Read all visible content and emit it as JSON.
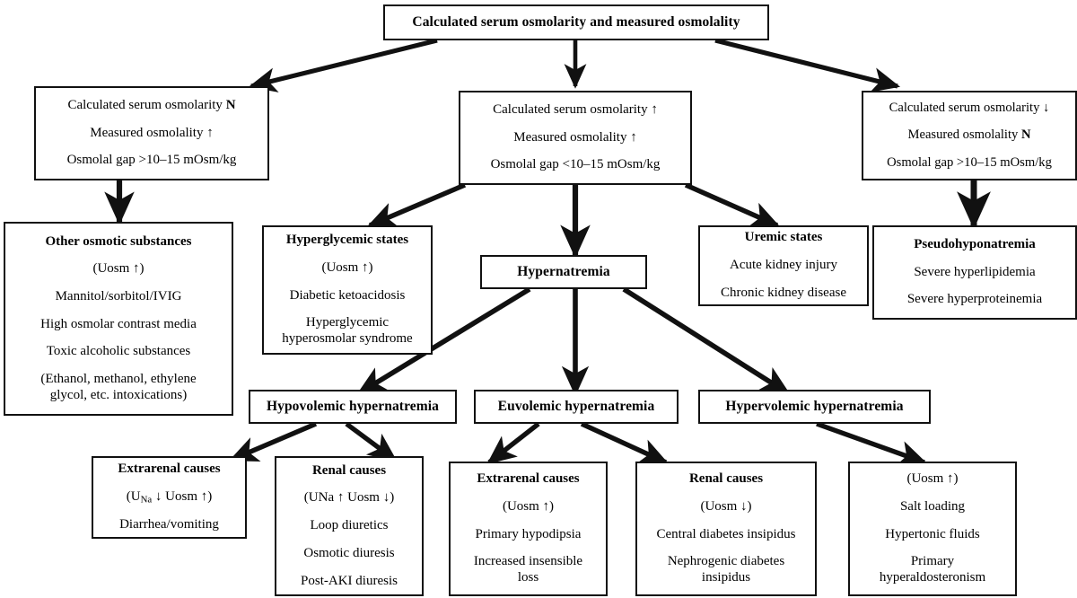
{
  "figure": {
    "type": "flowchart",
    "title": "Calculated serum osmolarity and measured osmolality",
    "orientation": "top-down"
  },
  "root": {
    "label": "Calculated serum osmolarity and measured osmolality"
  },
  "level2": {
    "left": {
      "line1": "Calculated serum osmolarity N",
      "line1_plain": "Calculated serum osmolarity",
      "line1_marker": "N",
      "line2": "Measured osmolality ↑",
      "line3": "Osmolal gap >10–15 mOsm/kg"
    },
    "center": {
      "line1": "Calculated serum osmolarity ↑",
      "line2": "Measured osmolality ↑",
      "line3": "Osmolal gap <10–15 mOsm/kg"
    },
    "right": {
      "line1": "Calculated serum osmolarity ↓",
      "line2_plain": "Measured osmolality",
      "line2_marker": "N",
      "line3": "Osmolal gap >10–15 mOsm/kg"
    }
  },
  "level3": {
    "other_osmotic": {
      "title": "Other osmotic substances",
      "lines": [
        "(Uosm ↑)",
        "Mannitol/sorbitol/IVIG",
        "High osmolar contrast media",
        "Toxic alcoholic substances",
        "(Ethanol, methanol, ethylene glycol, etc. intoxications)"
      ]
    },
    "hyperglycemic": {
      "title": "Hyperglycemic states",
      "lines": [
        "(Uosm ↑)",
        "Diabetic ketoacidosis",
        "Hyperglycemic hyperosmolar syndrome"
      ]
    },
    "hypernatremia": {
      "title": "Hypernatremia"
    },
    "uremic": {
      "title": "Uremic states",
      "lines": [
        "Acute kidney injury",
        "Chronic kidney disease"
      ]
    },
    "pseudohyponatremia": {
      "title": "Pseudohyponatremia",
      "lines": [
        "Severe hyperlipidemia",
        "Severe hyperproteinemia"
      ]
    }
  },
  "level4": {
    "hypovolemic": {
      "title": "Hypovolemic hypernatremia"
    },
    "euvolemic": {
      "title": "Euvolemic hypernatremia"
    },
    "hypervolemic": {
      "title": "Hypervolemic hypernatremia"
    }
  },
  "level5": {
    "hypo_extrarenal": {
      "title": "Extrarenal causes",
      "marker_prefix": "(U",
      "marker_sub": "Na",
      "marker_suffix": " ↓ Uosm ↑)",
      "lines": [
        "Diarrhea/vomiting"
      ]
    },
    "hypo_renal": {
      "title": "Renal causes",
      "marker": "(UNa ↑ Uosm ↓)",
      "lines": [
        "Loop diuretics",
        "Osmotic diuresis",
        "Post-AKI diuresis"
      ]
    },
    "eu_extrarenal": {
      "title": "Extrarenal causes",
      "marker": "(Uosm ↑)",
      "lines": [
        "Primary hypodipsia",
        "Increased insensible loss"
      ]
    },
    "eu_renal": {
      "title": "Renal causes",
      "marker": "(Uosm ↓)",
      "lines": [
        "Central diabetes insipidus",
        "Nephrogenic diabetes insipidus"
      ]
    },
    "hyper_causes": {
      "marker": "(Uosm ↑)",
      "lines": [
        "Salt loading",
        "Hypertonic fluids",
        "Primary hyperaldosteronism"
      ]
    }
  },
  "colors": {
    "stroke": "#111111",
    "background": "#ffffff",
    "text": "#000000"
  }
}
